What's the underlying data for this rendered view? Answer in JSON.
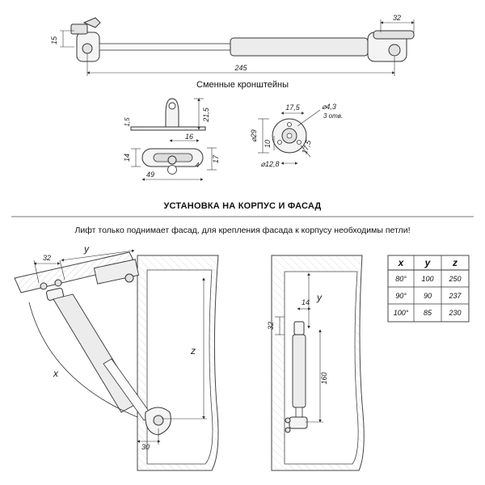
{
  "top_view": {
    "dim_height": "15",
    "dim_bracket_width": "32",
    "dim_length": "245",
    "caption": "Сменные кронштейны"
  },
  "bracket_a": {
    "dim_height": "21,5",
    "dim_base_thickness": "1,5",
    "dim_slot_length": "16",
    "dim_width": "14",
    "dim_slot_width": "4",
    "dim_depth": "17",
    "dim_total_length": "49"
  },
  "bracket_b": {
    "dim_hole_spacing": "17,5",
    "dim_hole_diameter": "⌀4,3",
    "dim_hole_count": "3 отв.",
    "dim_diameter": "⌀29",
    "dim_offset": "10",
    "dim_diag": "17,5",
    "dim_center_diameter": "⌀12,8"
  },
  "section": {
    "heading": "УСТАНОВКА НА КОРПУС И ФАСАД",
    "note": "Лифт только поднимает фасад, для крепления фасада к корпусу необходимы петли!"
  },
  "side_view": {
    "dim_32": "32",
    "label_y": "y",
    "label_x": "x",
    "label_z": "z",
    "dim_30": "30"
  },
  "front_view": {
    "label_y": "y",
    "dim_14": "14",
    "dim_32": "32",
    "dim_160": "160"
  },
  "table": {
    "headers": [
      "x",
      "y",
      "z"
    ],
    "rows": [
      [
        "80°",
        "100",
        "250"
      ],
      [
        "90°",
        "90",
        "237"
      ],
      [
        "100°",
        "85",
        "230"
      ]
    ]
  }
}
